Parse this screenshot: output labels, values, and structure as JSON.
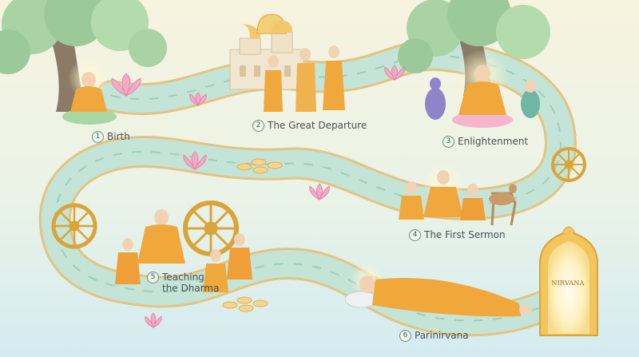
{
  "stages": [
    {
      "number": "1",
      "label": "Birth"
    },
    {
      "number": "2",
      "label": "The Great Departure"
    },
    {
      "number": "3",
      "label": "Enlightenment"
    },
    {
      "number": "4",
      "label": "The First Sermon"
    },
    {
      "number": "5",
      "label": "Teaching\nthe Dharma"
    },
    {
      "number": "6",
      "label": "Parinirvana"
    }
  ],
  "gate": {
    "label": "NIRVANA"
  },
  "colors": {
    "robe": "#f0a83c",
    "path_fill": "#bfe3d4",
    "path_border": "#e8c98a",
    "sky_top": "#f6f2de",
    "sky_bottom": "#dcefee",
    "foliage": "#9cc99a",
    "lotus": "#f4a9c6",
    "gold": "#e8b24a"
  }
}
